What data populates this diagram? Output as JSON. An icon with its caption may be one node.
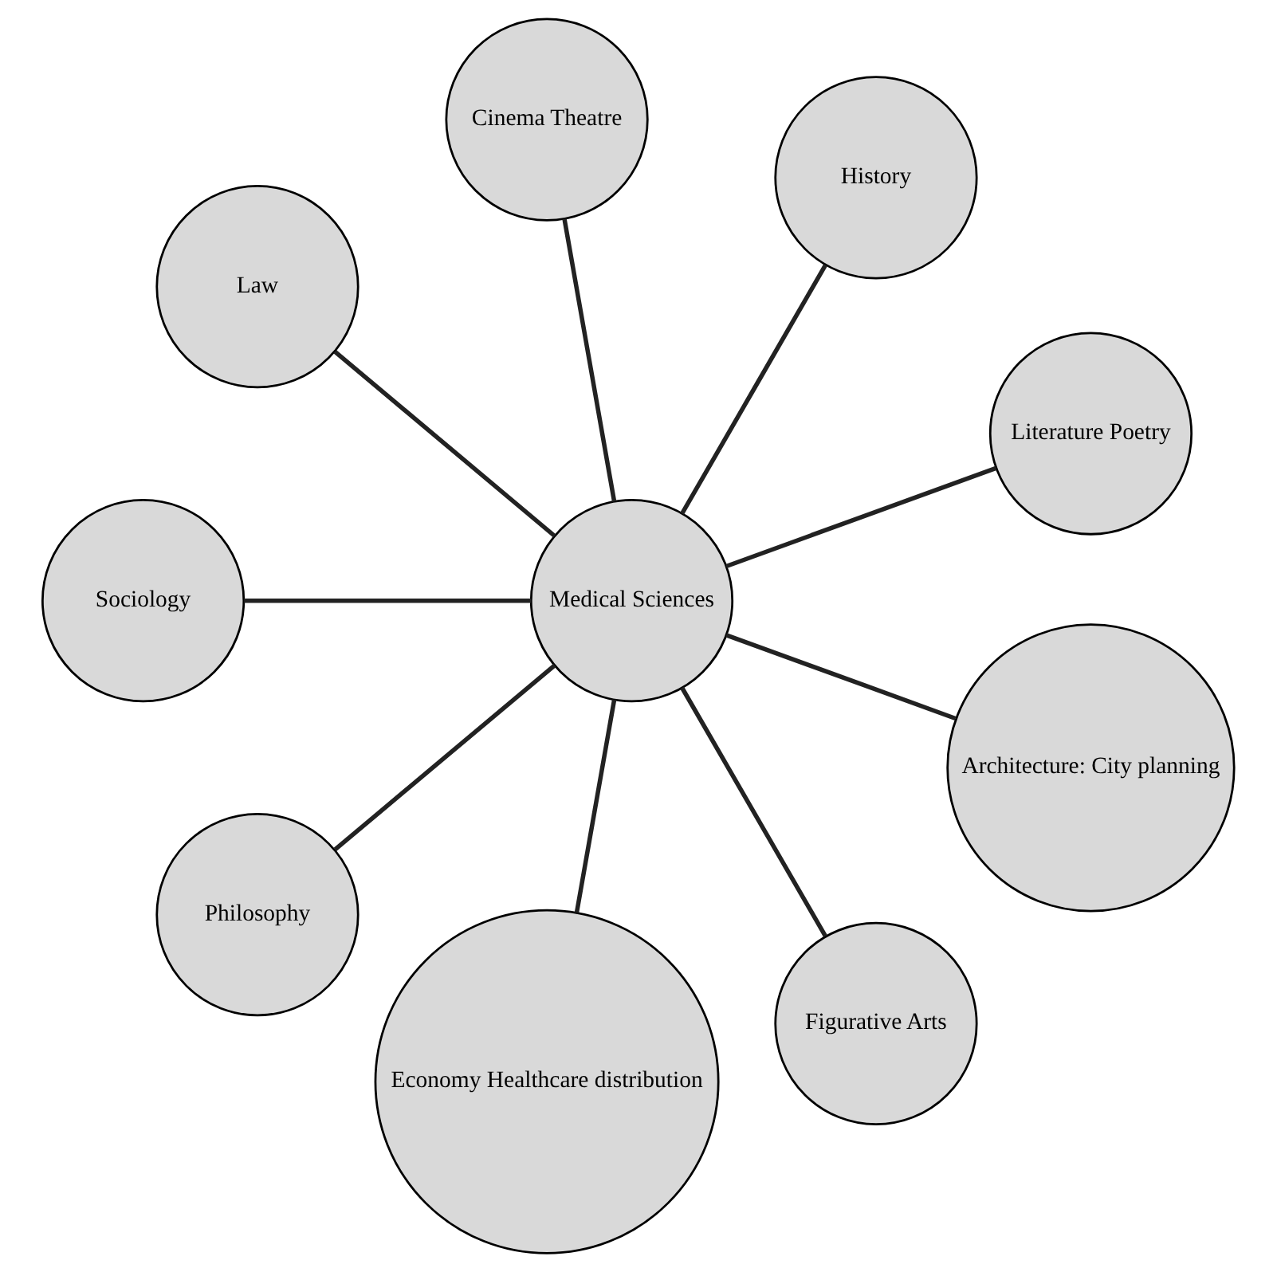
{
  "diagram": {
    "nodes": [
      {
        "text": [
          "Medical Sciences"
        ]
      },
      {
        "text": [
          "Literature Poetry"
        ]
      },
      {
        "text": [
          "History"
        ]
      },
      {
        "text": [
          "Cinema Theatre"
        ]
      },
      {
        "text": [
          "Law"
        ]
      },
      {
        "text": [
          "Sociology"
        ]
      },
      {
        "text": [
          "Philosophy"
        ]
      },
      {
        "text": [
          "Economy Healthcare distribution"
        ]
      },
      {
        "text": [
          "Figurative Arts"
        ]
      },
      {
        "text": [
          "Architecture: City planning"
        ]
      }
    ],
    "edges": [
      {
        "from": 0,
        "to": 1,
        "arrow": "none"
      },
      {
        "from": 0,
        "to": 3,
        "arrow": "none"
      },
      {
        "from": 0,
        "to": 5,
        "arrow": "none"
      },
      {
        "from": 0,
        "to": 7,
        "arrow": "none"
      },
      {
        "from": 0,
        "to": 9,
        "arrow": "none"
      },
      {
        "from": 0,
        "to": 8,
        "arrow": "none"
      },
      {
        "from": 0,
        "to": 6,
        "arrow": "none"
      },
      {
        "from": 0,
        "to": 4,
        "arrow": "none"
      },
      {
        "from": 0,
        "to": 2,
        "arrow": "none"
      }
    ]
  }
}
